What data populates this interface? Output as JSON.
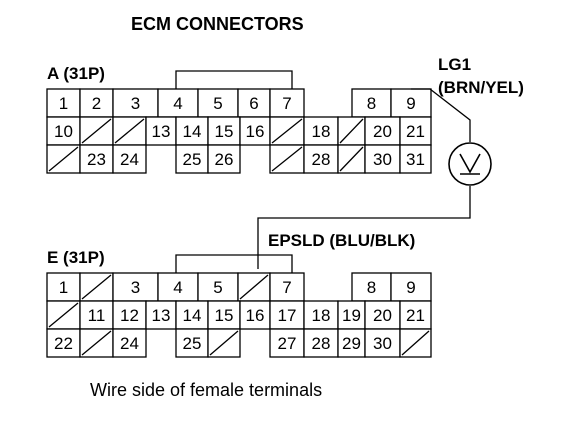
{
  "title": "ECM CONNECTORS",
  "connector_a": {
    "label": "A (31P)",
    "rows": [
      [
        "1",
        "2",
        "3",
        "4",
        "5",
        "6",
        "7",
        null,
        "8",
        "9"
      ],
      [
        "10",
        "/",
        "/",
        "13",
        "14",
        "15",
        "16",
        "/",
        "18",
        "/",
        "20",
        "21"
      ],
      [
        "/",
        "23",
        "24",
        null,
        "25",
        "26",
        null,
        "/",
        "28",
        "/",
        "30",
        "31"
      ]
    ]
  },
  "connector_e": {
    "label": "E (31P)",
    "rows": [
      [
        "1",
        "/",
        "3",
        "4",
        "5",
        "/",
        "7",
        null,
        "8",
        "9"
      ],
      [
        "/",
        "11",
        "12",
        "13",
        "14",
        "15",
        "16",
        "17",
        "18",
        "19",
        "20",
        "21"
      ],
      [
        "22",
        "/",
        "24",
        null,
        "25",
        "/",
        null,
        "27",
        "28",
        "29",
        "30",
        "/"
      ]
    ]
  },
  "probe_top": {
    "name": "LG1",
    "wire": "(BRN/YEL)"
  },
  "probe_bottom": {
    "name": "EPSLD (BLU/BLK)"
  },
  "meter_symbol": "V",
  "caption": "Wire side of female terminals"
}
